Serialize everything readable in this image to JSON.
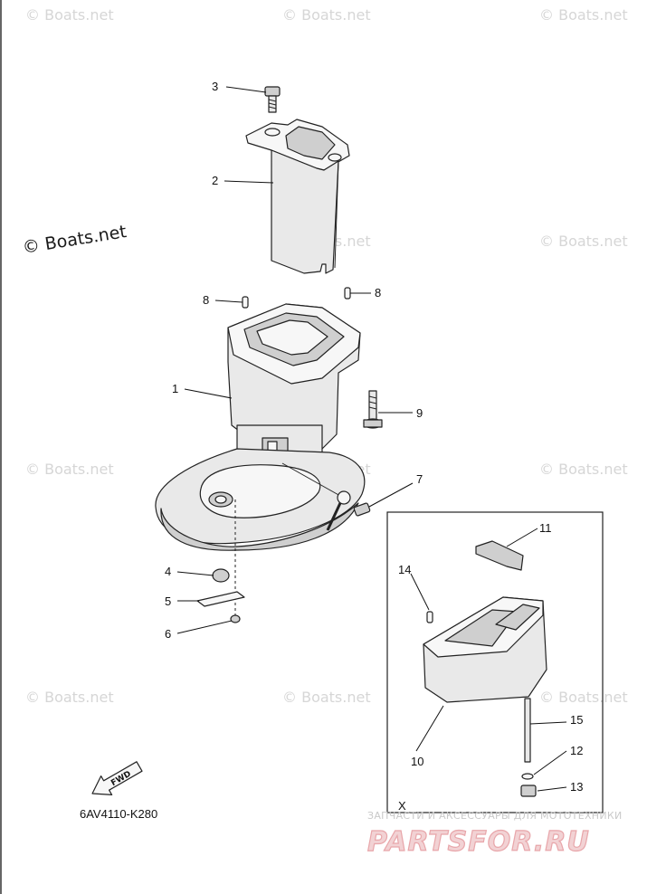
{
  "watermarks": {
    "repeat_text": "© Boats.net",
    "main_text": "© Boats.net"
  },
  "diagram_code": "6AV4110-K280",
  "fwd_label": "FWD",
  "inset_marker": "X",
  "shop": {
    "tagline": "ЗАПЧАСТИ И АКСЕССУАРЫ ДЛЯ МОТОТЕХНИКИ",
    "logo": "PARTSFOR.RU"
  },
  "callouts": {
    "c1": "1",
    "c2": "2",
    "c3": "3",
    "c4": "4",
    "c5": "5",
    "c6": "6",
    "c7": "7",
    "c8a": "8",
    "c8b": "8",
    "c9": "9",
    "c10": "10",
    "c11": "11",
    "c12": "12",
    "c13": "13",
    "c14": "14",
    "c15": "15"
  },
  "colors": {
    "line": "#222222",
    "watermark": "#d6d6d6",
    "logo": "#e8a6aa"
  }
}
